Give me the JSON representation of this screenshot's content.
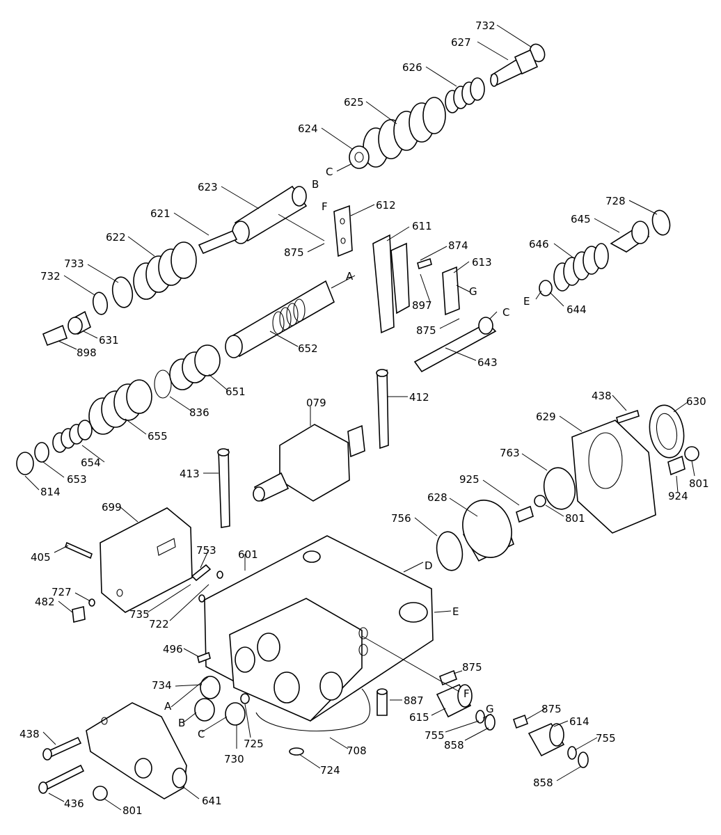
{
  "diagram": {
    "labels": [
      "732",
      "627",
      "626",
      "625",
      "624",
      "C",
      "623",
      "B",
      "612",
      "F",
      "621",
      "875",
      "611",
      "874",
      "A",
      "622",
      "733",
      "732",
      "613",
      "G",
      "897",
      "645",
      "728",
      "646",
      "644",
      "E",
      "631",
      "898",
      "652",
      "875",
      "C",
      "643",
      "651",
      "836",
      "655",
      "079",
      "412",
      "438",
      "630",
      "629",
      "654",
      "653",
      "814",
      "413",
      "763",
      "925",
      "801",
      "924",
      "628",
      "756",
      "699",
      "801",
      "405",
      "753",
      "601",
      "D",
      "727",
      "482",
      "735",
      "722",
      "E",
      "496",
      "875",
      "734",
      "A",
      "887",
      "F",
      "B",
      "615",
      "G",
      "875",
      "614",
      "C",
      "725",
      "755",
      "858",
      "755",
      "730",
      "708",
      "438",
      "724",
      "858",
      "436",
      "801",
      "641"
    ]
  }
}
